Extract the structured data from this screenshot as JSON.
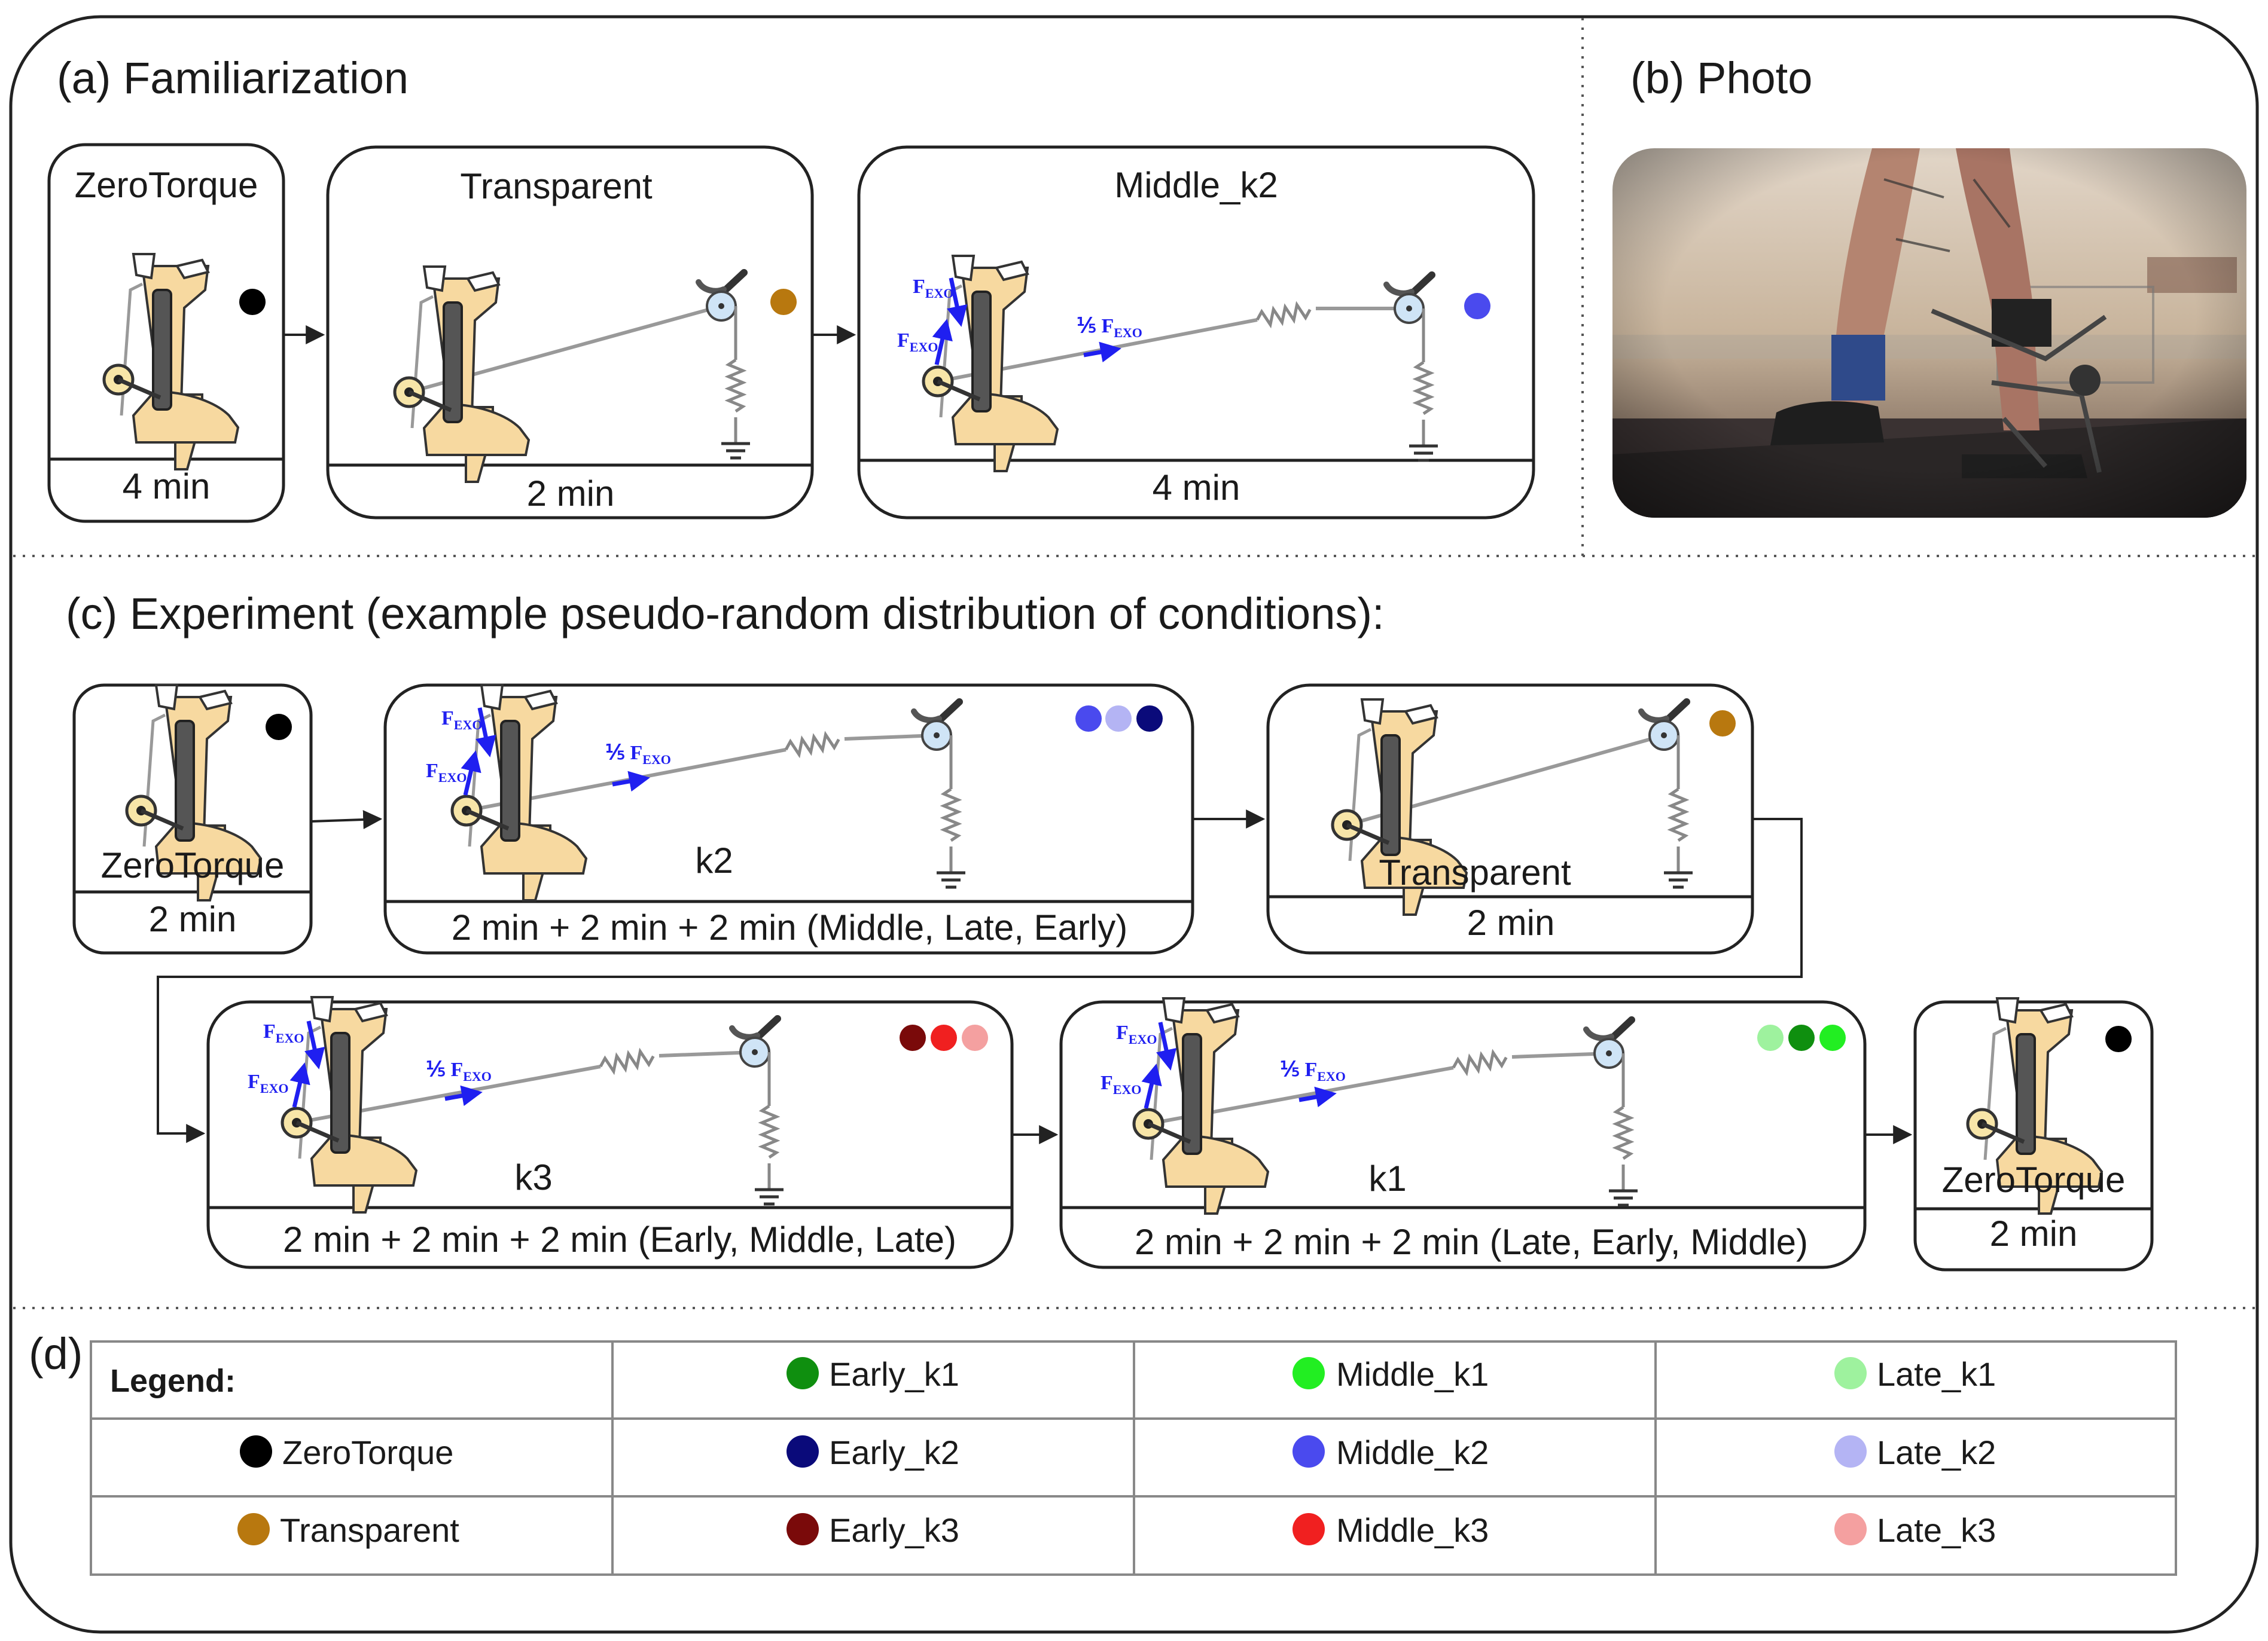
{
  "sections": {
    "a_title": "(a) Familiarization",
    "b_title": "(b) Photo",
    "c_title": "(c) Experiment (example pseudo-random distribution of conditions):",
    "d_title": "(d)"
  },
  "labels": {
    "fexo_sub": "EXO",
    "fexo_scaled_prefix": "⅕ F",
    "fexo_f": "F"
  },
  "familiarization": [
    {
      "title": "ZeroTorque",
      "duration": "4 min"
    },
    {
      "title": "Transparent",
      "duration": "2 min"
    },
    {
      "title": "Middle_k2",
      "duration": "4 min"
    }
  ],
  "experiment": [
    {
      "title": "ZeroTorque",
      "duration": "2 min"
    },
    {
      "title": "k2",
      "duration": "2 min + 2 min + 2 min (Middle, Late, Early)"
    },
    {
      "title": "Transparent",
      "duration": "2 min"
    },
    {
      "title": "k3",
      "duration": "2 min + 2 min + 2 min (Early, Middle, Late)"
    },
    {
      "title": "k1",
      "duration": "2 min + 2 min + 2 min (Late, Early, Middle)"
    },
    {
      "title": "ZeroTorque",
      "duration": "2 min"
    }
  ],
  "legend": {
    "header": "Legend:",
    "items": [
      {
        "label": "Early_k1",
        "color": "#0f8f0f"
      },
      {
        "label": "Middle_k1",
        "color": "#22ee22"
      },
      {
        "label": "Late_k1",
        "color": "#9ef29e"
      },
      {
        "label": "ZeroTorque",
        "color": "#000000"
      },
      {
        "label": "Early_k2",
        "color": "#0a0a7a"
      },
      {
        "label": "Middle_k2",
        "color": "#4a4aee"
      },
      {
        "label": "Late_k2",
        "color": "#b4b4f4"
      },
      {
        "label": "Transparent",
        "color": "#b8780f"
      },
      {
        "label": "Early_k3",
        "color": "#7a0a0a"
      },
      {
        "label": "Middle_k3",
        "color": "#f02020"
      },
      {
        "label": "Late_k3",
        "color": "#f4a0a0"
      }
    ]
  },
  "colors": {
    "zero": "#000000",
    "transparent": "#b8780f",
    "middle_k2": "#4a4aee"
  }
}
